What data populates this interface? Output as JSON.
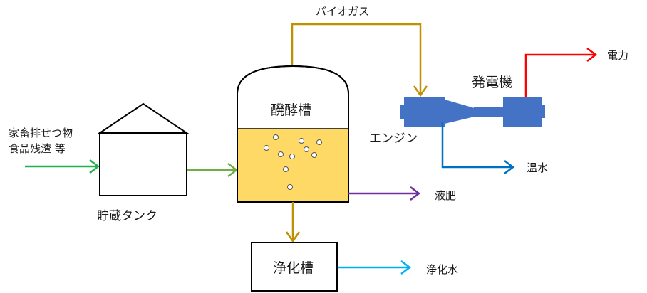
{
  "labels": {
    "input_line1": "家畜排せつ物",
    "input_line2": "食品残渣 等",
    "storage_tank": "貯蔵タンク",
    "digester": "醗酵槽",
    "biogas": "バイオガス",
    "generator": "発電機",
    "engine": "エンジン",
    "electricity": "電力",
    "hot_water": "温水",
    "liquid_fertilizer": "液肥",
    "purification_tank": "浄化槽",
    "purified_water": "浄化水"
  },
  "colors": {
    "input_arrow": "#22b14c",
    "storage_arrow": "#70ad47",
    "biogas_pipe": "#bf9000",
    "digester_liquid": "#ffd966",
    "engine_body": "#4472c4",
    "electricity_arrow": "#ff0000",
    "hot_water_arrow": "#0070c0",
    "fertilizer_arrow": "#7030a0",
    "purified_water_arrow": "#00b0f0"
  }
}
